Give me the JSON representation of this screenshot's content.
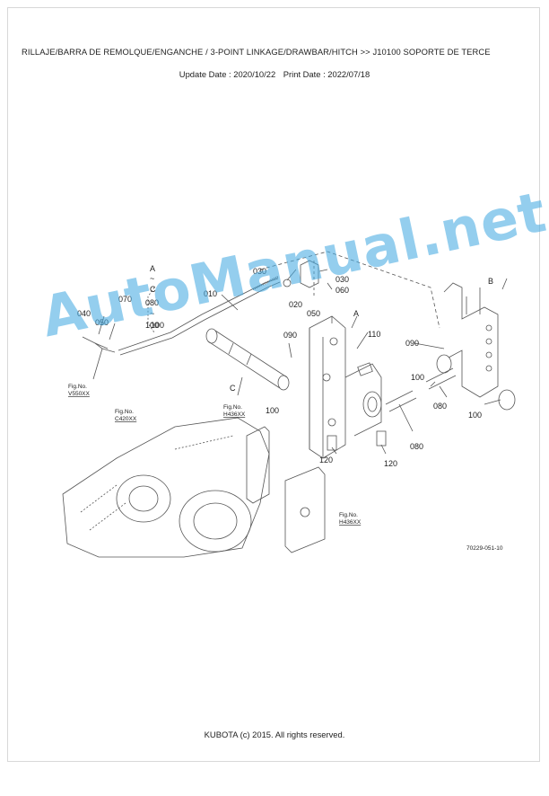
{
  "header": {
    "title": "RILLAJE/BARRA DE REMOLQUE/ENGANCHE / 3-POINT LINKAGE/DRAWBAR/HITCH >> J10100    SOPORTE DE TERCE",
    "update_date_label": "Update Date : 2020/10/22",
    "print_date_label": "Print Date : 2022/07/18"
  },
  "diagram": {
    "callouts": [
      "030",
      "030",
      "060",
      "020",
      "050",
      "010",
      "070",
      "040",
      "050",
      "090",
      "110",
      "090",
      "100",
      "080",
      "100",
      "100",
      "080",
      "120",
      "120",
      "100"
    ],
    "bracket_items": [
      "A",
      "~",
      "C",
      "080",
      "~",
      "100"
    ],
    "ref_letters": [
      "A",
      "B",
      "C"
    ],
    "fig_refs": [
      "Fig.No.",
      "V550XX",
      "Fig.No.",
      "C420XX",
      "Fig.No.",
      "H436XX",
      "Fig.No.",
      "H436XX"
    ],
    "code": "70229-051-10"
  },
  "watermark": "AutoManual.net",
  "footer": {
    "copyright": "KUBOTA (c) 2015. All rights reserved."
  }
}
